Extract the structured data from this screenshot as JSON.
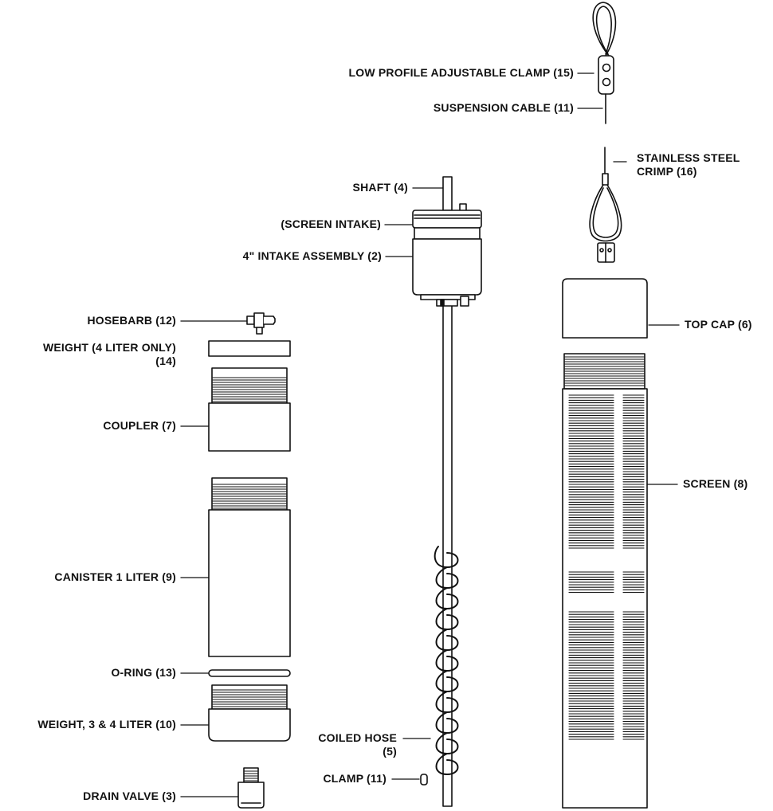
{
  "labels": {
    "clamp_15": "LOW PROFILE ADJUSTABLE CLAMP (15)",
    "cable_11": "SUSPENSION CABLE (11)",
    "crimp_line1": "STAINLESS STEEL",
    "crimp_line2": "CRIMP (16)",
    "shaft": "SHAFT (4)",
    "screen_intake": "(SCREEN INTAKE)",
    "intake_assembly": "4\" INTAKE ASSEMBLY (2)",
    "top_cap": "TOP CAP (6)",
    "hosebarb": "HOSEBARB (12)",
    "weight4_line1": "WEIGHT (4 LITER ONLY)",
    "weight4_line2": "(14)",
    "coupler": "COUPLER (7)",
    "screen": "SCREEN (8)",
    "canister": "CANISTER 1 LITER (9)",
    "oring": "O-RING (13)",
    "weight34": "WEIGHT, 3 & 4 LITER (10)",
    "coiled_line1": "COILED HOSE",
    "coiled_line2": "(5)",
    "clamp_11": "CLAMP (11)",
    "drain_valve": "DRAIN VALVE (3)"
  },
  "colors": {
    "ink": "#111111",
    "paper": "#ffffff"
  }
}
